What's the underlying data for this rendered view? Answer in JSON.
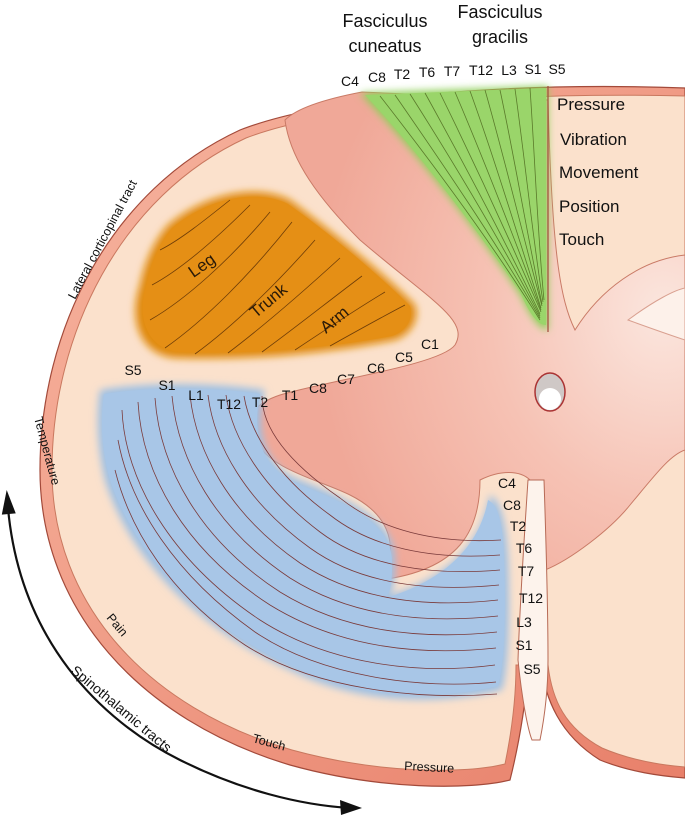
{
  "headers": {
    "cuneatus_line1": "Fasciculus",
    "cuneatus_line2": "cuneatus",
    "gracilis_line1": "Fasciculus",
    "gracilis_line2": "gracilis"
  },
  "dorsal_segments": [
    "C4",
    "C8",
    "T2",
    "T6",
    "T7",
    "T12",
    "L3",
    "S1",
    "S5"
  ],
  "modalities": [
    "Pressure",
    "Vibration",
    "Movement",
    "Position",
    "Touch"
  ],
  "corticospinal": {
    "tract_label": "Lateral corticopinal tract",
    "regions": [
      "Leg",
      "Trunk",
      "Arm"
    ],
    "segments": [
      "S5",
      "S1",
      "L1",
      "T12",
      "T2",
      "T1",
      "C8",
      "C7",
      "C6",
      "C5",
      "C1"
    ]
  },
  "anterior_segments": [
    "C4",
    "C8",
    "T2",
    "T6",
    "T7",
    "T12",
    "L3",
    "S1",
    "S5"
  ],
  "spinothalamic": {
    "arc_label": "Spinothalamic tracts",
    "labels": [
      "Temperature",
      "Pain",
      "Touch",
      "Pressure"
    ]
  },
  "colors": {
    "gracilis": "#8fcf5a",
    "corticospinal": "#e08a10",
    "spinothalamic": "#9ec0e3",
    "white_matter": "#fbe1cc",
    "grey_matter": "#f4b5a8",
    "outline": "#8a2a2a"
  }
}
